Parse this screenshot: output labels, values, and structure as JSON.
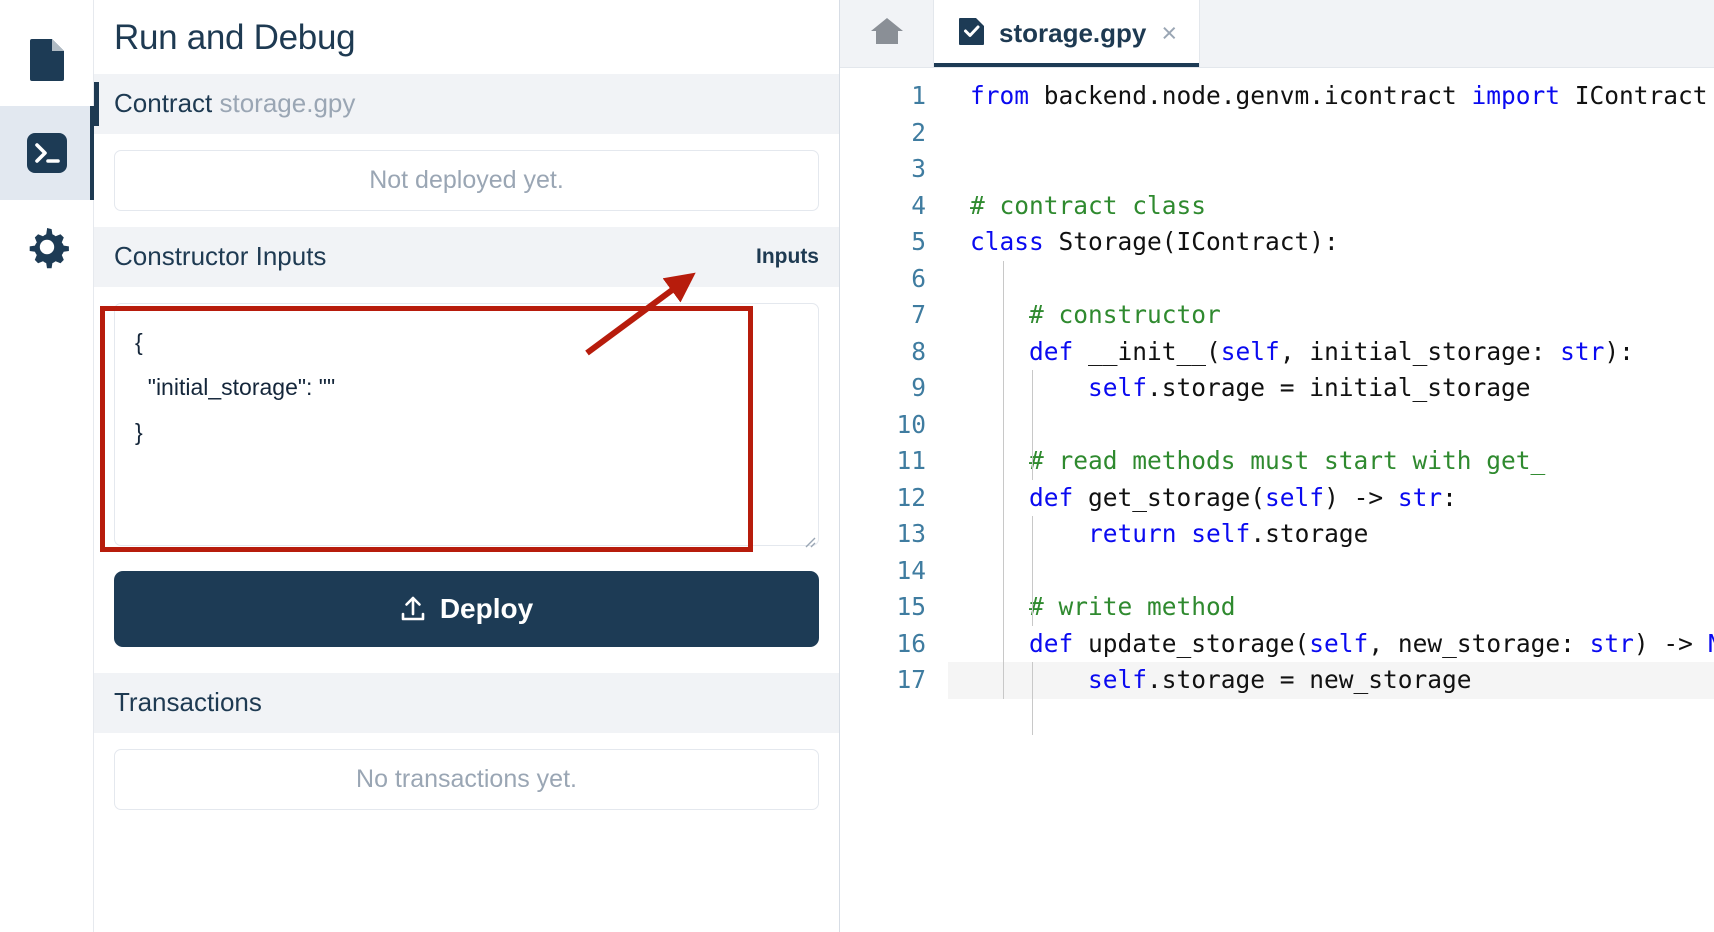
{
  "rail": {
    "items": [
      {
        "name": "file-icon",
        "label": "Files",
        "active": false
      },
      {
        "name": "terminal-icon",
        "label": "Run and Debug",
        "active": true
      },
      {
        "name": "gear-icon",
        "label": "Settings",
        "active": false
      }
    ]
  },
  "panel": {
    "title": "Run and Debug",
    "contract": {
      "label": "Contract",
      "file": "storage.gpy"
    },
    "deployment_status": "Not deployed yet.",
    "constructor": {
      "heading": "Constructor Inputs",
      "tag": "Inputs",
      "value": "{\n  \"initial_storage\": \"\"\n}",
      "placeholder": "{}"
    },
    "deploy_button": "Deploy",
    "transactions": {
      "heading": "Transactions",
      "empty": "No transactions yet."
    }
  },
  "editor": {
    "home_tab": "home-icon",
    "tabs": [
      {
        "label": "storage.gpy",
        "active": true,
        "close": "×",
        "icon": "file-check-icon"
      }
    ],
    "current_line": 17,
    "lines": [
      {
        "n": 1,
        "tokens": [
          {
            "t": "from",
            "c": "kw"
          },
          {
            "t": " backend.node.genvm.icontract ",
            "c": "pl"
          },
          {
            "t": "import",
            "c": "kw"
          },
          {
            "t": " IContract",
            "c": "pl"
          }
        ]
      },
      {
        "n": 2,
        "tokens": []
      },
      {
        "n": 3,
        "tokens": []
      },
      {
        "n": 4,
        "tokens": [
          {
            "t": "# contract class",
            "c": "cm"
          }
        ]
      },
      {
        "n": 5,
        "tokens": [
          {
            "t": "class",
            "c": "kw"
          },
          {
            "t": " Storage(IContract):",
            "c": "pl"
          }
        ]
      },
      {
        "n": 6,
        "tokens": []
      },
      {
        "n": 7,
        "tokens": [
          {
            "t": "    # constructor",
            "c": "cm"
          }
        ]
      },
      {
        "n": 8,
        "tokens": [
          {
            "t": "    ",
            "c": "pl"
          },
          {
            "t": "def",
            "c": "kw"
          },
          {
            "t": " __init__(",
            "c": "pl"
          },
          {
            "t": "self",
            "c": "kw"
          },
          {
            "t": ", initial_storage: ",
            "c": "pl"
          },
          {
            "t": "str",
            "c": "kw"
          },
          {
            "t": "):",
            "c": "pl"
          }
        ]
      },
      {
        "n": 9,
        "tokens": [
          {
            "t": "        ",
            "c": "pl"
          },
          {
            "t": "self",
            "c": "kw"
          },
          {
            "t": ".storage = initial_storage",
            "c": "pl"
          }
        ]
      },
      {
        "n": 10,
        "tokens": []
      },
      {
        "n": 11,
        "tokens": [
          {
            "t": "    # read methods must start with get_",
            "c": "cm"
          }
        ]
      },
      {
        "n": 12,
        "tokens": [
          {
            "t": "    ",
            "c": "pl"
          },
          {
            "t": "def",
            "c": "kw"
          },
          {
            "t": " get_storage(",
            "c": "pl"
          },
          {
            "t": "self",
            "c": "kw"
          },
          {
            "t": ") -> ",
            "c": "pl"
          },
          {
            "t": "str",
            "c": "kw"
          },
          {
            "t": ":",
            "c": "pl"
          }
        ]
      },
      {
        "n": 13,
        "tokens": [
          {
            "t": "        ",
            "c": "pl"
          },
          {
            "t": "return",
            "c": "kw"
          },
          {
            "t": " ",
            "c": "pl"
          },
          {
            "t": "self",
            "c": "kw"
          },
          {
            "t": ".storage",
            "c": "pl"
          }
        ]
      },
      {
        "n": 14,
        "tokens": []
      },
      {
        "n": 15,
        "tokens": [
          {
            "t": "    # write method",
            "c": "cm"
          }
        ]
      },
      {
        "n": 16,
        "tokens": [
          {
            "t": "    ",
            "c": "pl"
          },
          {
            "t": "def",
            "c": "kw"
          },
          {
            "t": " update_storage(",
            "c": "pl"
          },
          {
            "t": "self",
            "c": "kw"
          },
          {
            "t": ", new_storage: ",
            "c": "pl"
          },
          {
            "t": "str",
            "c": "kw"
          },
          {
            "t": ") -> ",
            "c": "pl"
          },
          {
            "t": "None",
            "c": "kw"
          },
          {
            "t": ":",
            "c": "pl"
          }
        ]
      },
      {
        "n": 17,
        "tokens": [
          {
            "t": "        ",
            "c": "pl"
          },
          {
            "t": "self",
            "c": "kw"
          },
          {
            "t": ".storage = new_storage",
            "c": "pl"
          }
        ]
      }
    ]
  },
  "annotation": {
    "box_color": "#b71c0c",
    "arrow_color": "#b71c0c",
    "target": "constructor-inputs-textarea"
  },
  "colors": {
    "brand_navy": "#1d3b55",
    "section_bg": "#f1f3f6",
    "muted_text": "#9aa6b4",
    "keyword": "#0a0af0",
    "comment": "#2f8a2f",
    "gutter": "#3f7ca0"
  }
}
